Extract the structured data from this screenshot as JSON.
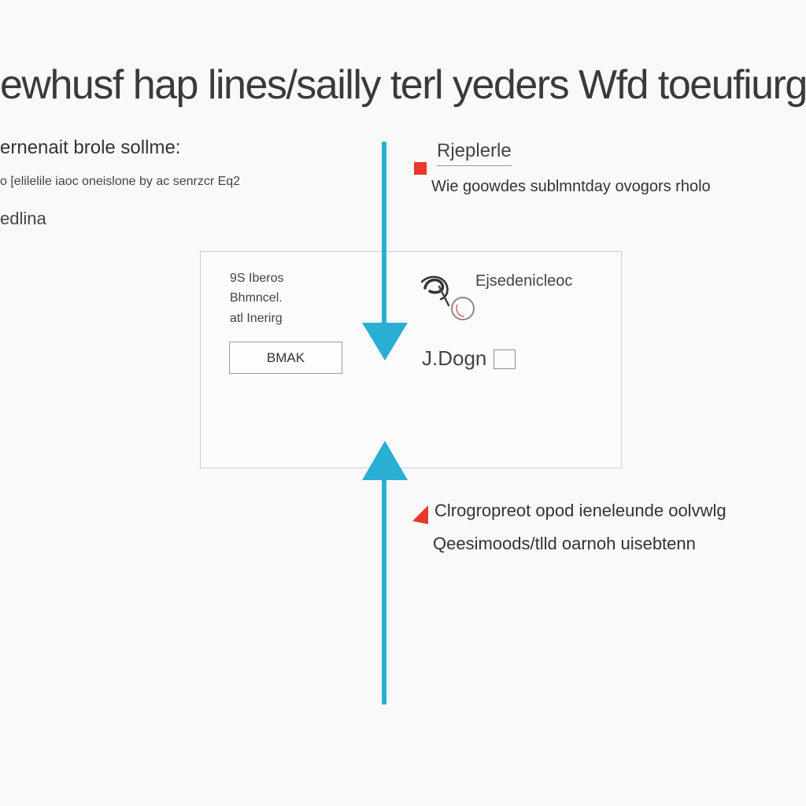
{
  "headline": "ewhusf hap lines/sailly terl yeders Wfd toeufiurgm",
  "left_block": {
    "title": "ernenait brole sollme:",
    "subtitle": "o [elilelile iaoc oneislone by ac senrzcr Eq2",
    "tail": "edlina"
  },
  "right_block": {
    "title": "Rjeplerle",
    "subtitle": "Wie goowdes sublmntday ovogors rholo"
  },
  "panel": {
    "lines": [
      "9S Iberos",
      "Bhmncel.",
      "atl Inerirg"
    ],
    "button_label": "BMAK",
    "right_title": "Ejsedenicleoc",
    "login_text": "J.Dogn"
  },
  "bottom_block": {
    "line1": "Clrogropreot opod ieneleunde oolvwlg",
    "line2": "Qeesimoods/tlld oarnoh uisebtenn"
  },
  "colors": {
    "arrow": "#2aaed3",
    "marker": "#e8382a",
    "background": "#f9f9f9",
    "text": "#333333"
  },
  "icons": {
    "marker_square": "red-square-icon",
    "marker_triangle": "red-triangle-icon",
    "panel_brand": "swirl-logo-icon",
    "arrows": [
      "arrow-down-icon",
      "arrow-up-icon"
    ]
  }
}
